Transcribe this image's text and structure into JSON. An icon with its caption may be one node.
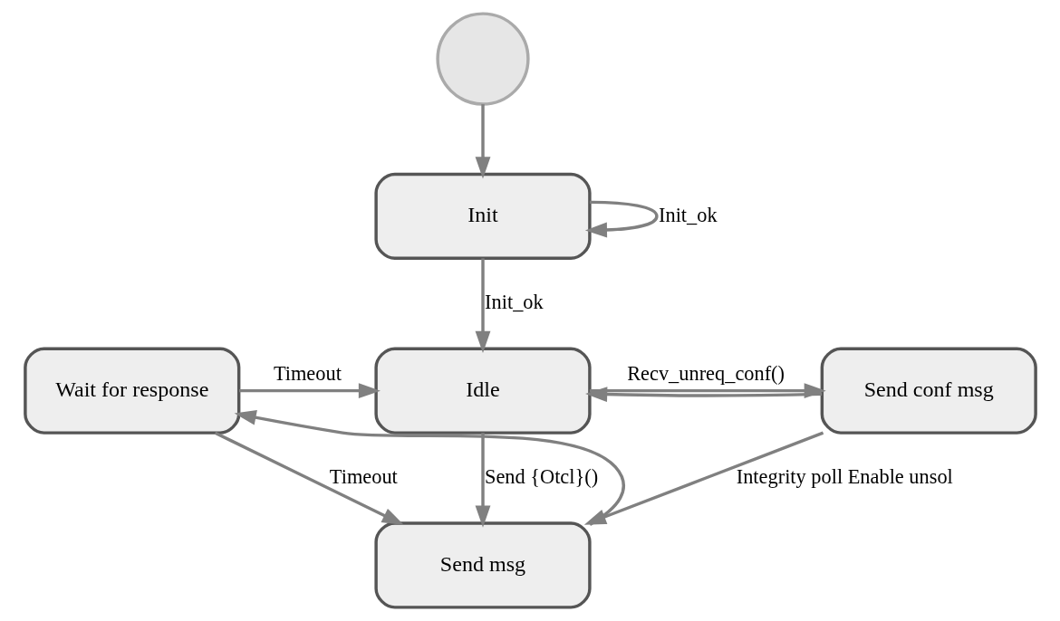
{
  "diagram": {
    "nodes": [
      {
        "text": [],
        "shape": "circle"
      },
      {
        "text": [
          "Init"
        ]
      },
      {
        "text": [
          "Idle"
        ]
      },
      {
        "text": [
          "Wait for response"
        ]
      },
      {
        "text": [
          "Send conf msg"
        ]
      },
      {
        "text": [
          "Send msg"
        ]
      }
    ],
    "edges": [
      {
        "from": 0,
        "to": 1,
        "arrow": "to"
      },
      {
        "from": 1,
        "to": 1,
        "arrow": "to",
        "label": "Init_ok"
      },
      {
        "from": 1,
        "to": 2,
        "arrow": "to",
        "label": "Init_ok"
      },
      {
        "from": 3,
        "to": 2,
        "arrow": "to",
        "label": "Timeout"
      },
      {
        "from": 2,
        "to": 4,
        "arrow": "to",
        "label": "Recv_unreq_conf()"
      },
      {
        "from": 4,
        "to": 2,
        "arrow": "to"
      },
      {
        "from": 2,
        "to": 5,
        "arrow": "to",
        "label": "Send {Otcl}()"
      },
      {
        "from": 5,
        "to": 3,
        "arrow": "to"
      },
      {
        "from": 4,
        "to": 5,
        "arrow": "to",
        "label": "Integrity poll Enable unsol"
      },
      {
        "from": 3,
        "to": 5,
        "arrow": "to",
        "label": "Timeout"
      }
    ]
  }
}
